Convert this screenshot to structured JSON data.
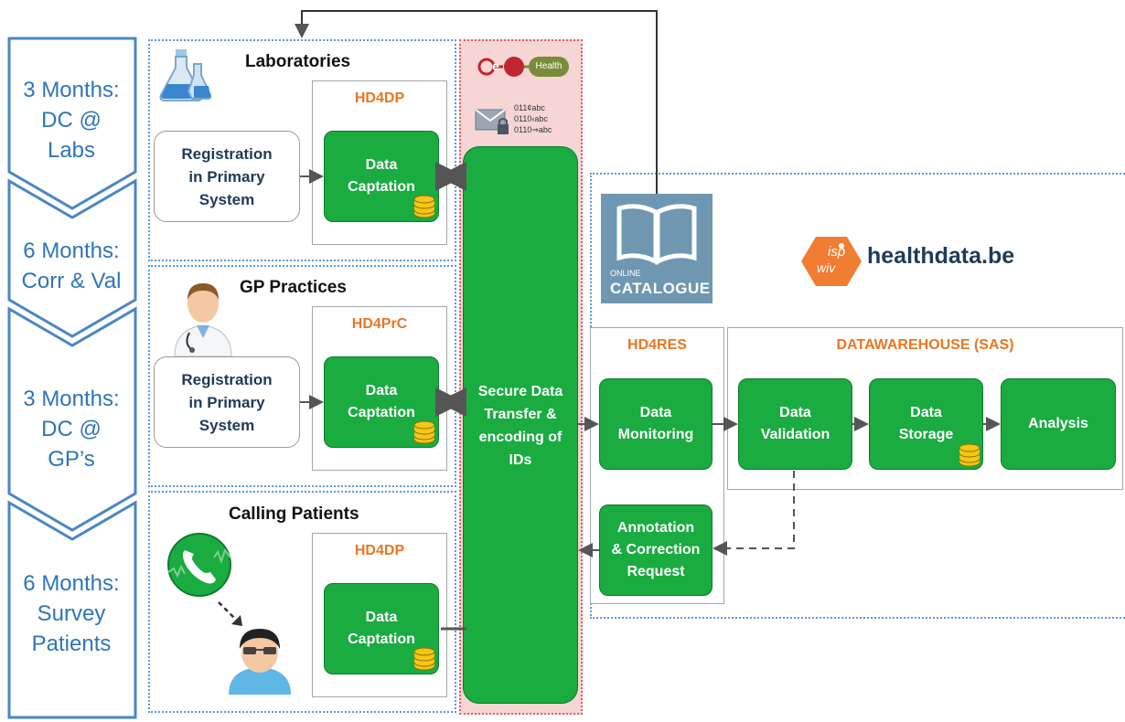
{
  "timeline": [
    {
      "lines": [
        "3 Months:",
        "DC @",
        "Labs"
      ]
    },
    {
      "lines": [
        "6 Months:",
        "Corr & Val"
      ]
    },
    {
      "lines": [
        "3 Months:",
        "DC @",
        "GP’s"
      ]
    },
    {
      "lines": [
        "6 Months:",
        "Survey",
        "Patients"
      ]
    }
  ],
  "sections": {
    "labs": {
      "title": "Laboratories",
      "panel_title": "HD4DP",
      "registration": [
        "Registration",
        "in Primary",
        "System"
      ],
      "captation": [
        "Data",
        "Captation"
      ]
    },
    "gp": {
      "title": "GP Practices",
      "panel_title": "HD4PrC",
      "registration": [
        "Registration",
        "in Primary",
        "System"
      ],
      "captation": [
        "Data",
        "Captation"
      ]
    },
    "patients": {
      "title": "Calling Patients",
      "panel_title": "HD4DP",
      "captation": [
        "Data",
        "Captation"
      ]
    }
  },
  "ehealth": {
    "logo_e": "e",
    "logo_text": "Health",
    "code_lines": [
      "011¢abc",
      "0110‹abc",
      "0110⇒abc"
    ]
  },
  "secure_transfer": [
    "Secure Data",
    "Transfer &",
    "encoding of",
    "IDs"
  ],
  "catalogue": {
    "small": "ONLINE",
    "big": "CATALOGUE"
  },
  "healthdata": {
    "badge_top": "isp",
    "badge_bottom": "wiv",
    "name": "healthdata.be"
  },
  "hd4res": {
    "title": "HD4RES",
    "monitoring": [
      "Data",
      "Monitoring"
    ],
    "annotation": [
      "Annotation",
      "& Correction",
      "Request"
    ]
  },
  "warehouse": {
    "title": "DATAWAREHOUSE (SAS)",
    "validation": [
      "Data",
      "Validation"
    ],
    "storage": [
      "Data",
      "Storage"
    ],
    "analysis": "Analysis"
  },
  "colors": {
    "green": "#1aab41",
    "orange": "#e87722",
    "blue": "#2e75b6",
    "dotted": "#5b9bd5",
    "pink": "#f6d5d5"
  }
}
